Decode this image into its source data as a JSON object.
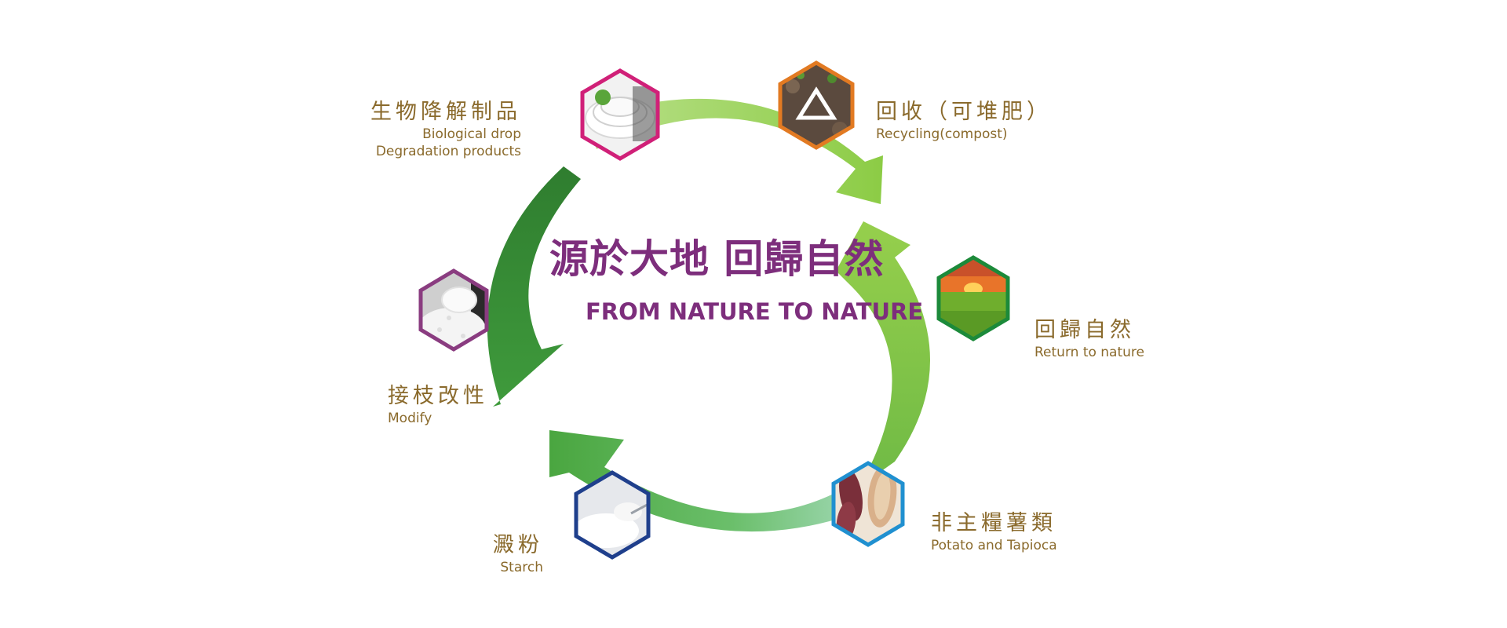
{
  "title": {
    "zh": "源於大地 回歸自然",
    "en": "FROM NATURE TO NATURE"
  },
  "colors": {
    "title": "#7d2e7c",
    "label": "#8a6a2c",
    "arrow_light": "#9fd35a",
    "arrow_dark": "#3f9b3c",
    "arrow_pale": "#9bd7b6"
  },
  "nodes": [
    {
      "id": "biodegradable-products",
      "zh": "生物降解制品",
      "en": [
        "Biological drop",
        "Degradation products"
      ],
      "border": "#d02078",
      "icon": "white-tableware-photo"
    },
    {
      "id": "recycling",
      "zh": "回收（可堆肥）",
      "en": [
        "Recycling(compost)"
      ],
      "border": "#e27a22",
      "icon": "recycle-soil-photo"
    },
    {
      "id": "return-to-nature",
      "zh": "回歸自然",
      "en": [
        "Return to nature"
      ],
      "border": "#1c8a3a",
      "icon": "sunset-field-photo"
    },
    {
      "id": "potato-tapioca",
      "zh": "非主糧薯類",
      "en": [
        "Potato and Tapioca"
      ],
      "border": "#2090d0",
      "icon": "sweet-potato-photo"
    },
    {
      "id": "starch",
      "zh": "澱粉",
      "en": [
        "Starch"
      ],
      "border": "#1f3f8c",
      "icon": "starch-powder-photo"
    },
    {
      "id": "modify",
      "zh": "接枝改性",
      "en": [
        "Modify"
      ],
      "border": "#8a3c80",
      "icon": "white-granules-photo"
    }
  ]
}
